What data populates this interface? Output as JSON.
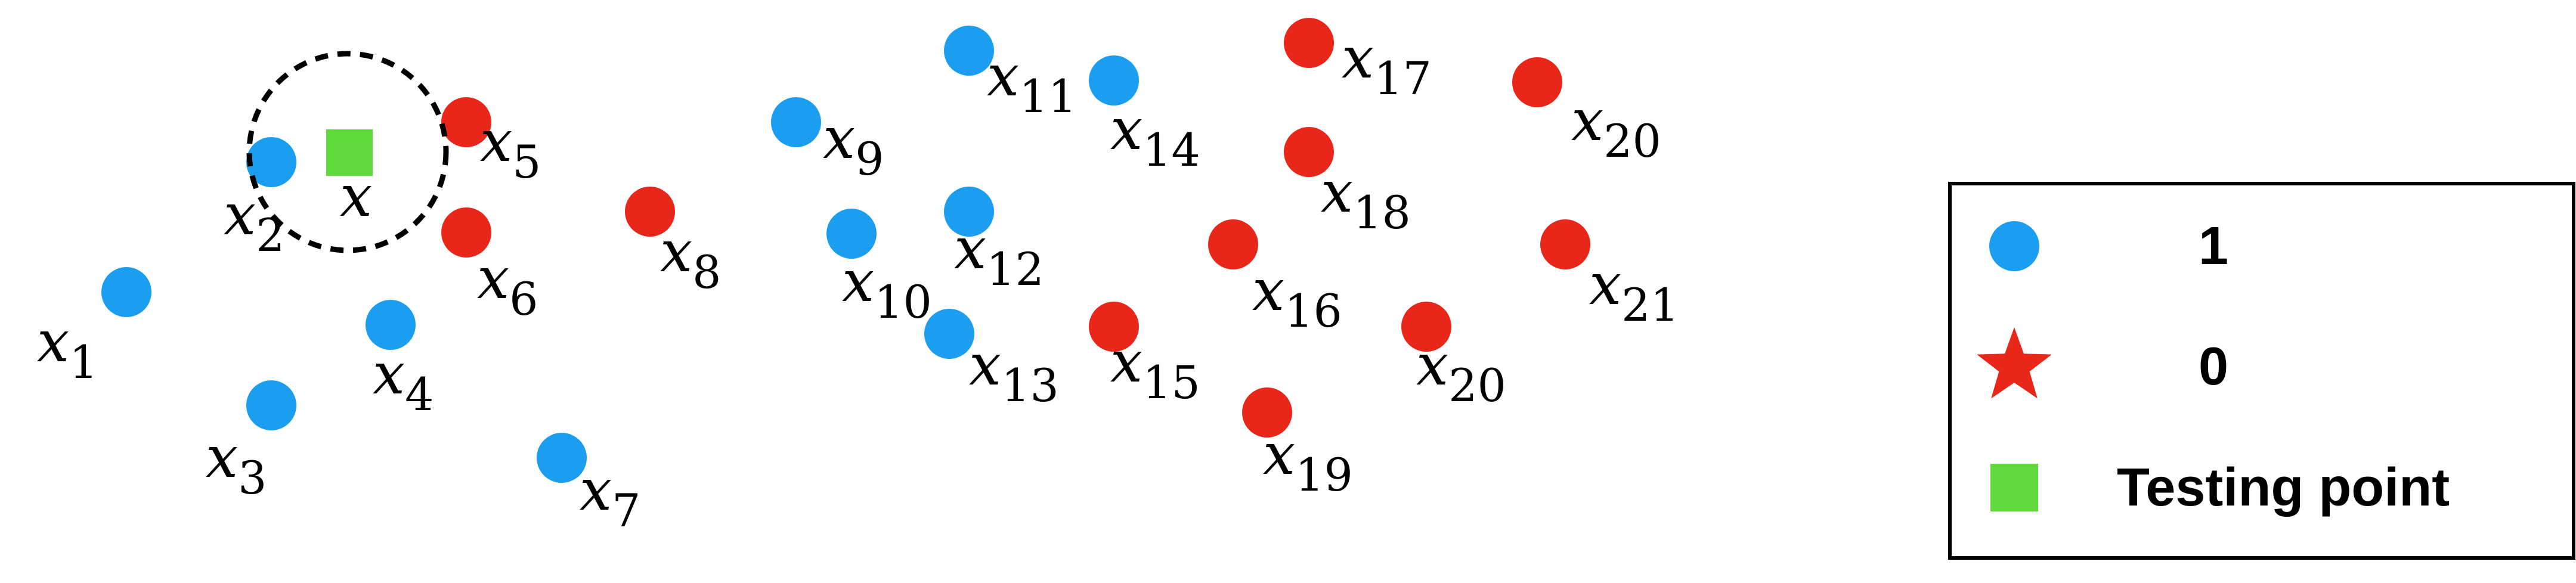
{
  "colors": {
    "class_1": "#1b9ef0",
    "class_0": "#e8271a",
    "testing": "#5fd93b"
  },
  "test_point": {
    "name": "x",
    "label": "x",
    "class": "testing"
  },
  "points": [
    {
      "name": "x1",
      "label": "x",
      "sub": "1",
      "class": "1"
    },
    {
      "name": "x2",
      "label": "x",
      "sub": "2",
      "class": "1"
    },
    {
      "name": "x3",
      "label": "x",
      "sub": "3",
      "class": "1"
    },
    {
      "name": "x4",
      "label": "x",
      "sub": "4",
      "class": "1"
    },
    {
      "name": "x5",
      "label": "x",
      "sub": "5",
      "class": "0"
    },
    {
      "name": "x6",
      "label": "x",
      "sub": "6",
      "class": "0"
    },
    {
      "name": "x7",
      "label": "x",
      "sub": "7",
      "class": "1"
    },
    {
      "name": "x8",
      "label": "x",
      "sub": "8",
      "class": "0"
    },
    {
      "name": "x9",
      "label": "x",
      "sub": "9",
      "class": "1"
    },
    {
      "name": "x10",
      "label": "x",
      "sub": "10",
      "class": "1"
    },
    {
      "name": "x11",
      "label": "x",
      "sub": "11",
      "class": "1"
    },
    {
      "name": "x12",
      "label": "x",
      "sub": "12",
      "class": "1"
    },
    {
      "name": "x13",
      "label": "x",
      "sub": "13",
      "class": "1"
    },
    {
      "name": "x14",
      "label": "x",
      "sub": "14",
      "class": "1"
    },
    {
      "name": "x15",
      "label": "x",
      "sub": "15",
      "class": "0"
    },
    {
      "name": "x16",
      "label": "x",
      "sub": "16",
      "class": "0"
    },
    {
      "name": "x17",
      "label": "x",
      "sub": "17",
      "class": "0"
    },
    {
      "name": "x18",
      "label": "x",
      "sub": "18",
      "class": "0"
    },
    {
      "name": "x19",
      "label": "x",
      "sub": "19",
      "class": "0"
    },
    {
      "name": "x20-lower",
      "label": "x",
      "sub": "20",
      "class": "0"
    },
    {
      "name": "x20-upper",
      "label": "x",
      "sub": "20",
      "class": "0"
    },
    {
      "name": "x21",
      "label": "x",
      "sub": "21",
      "class": "0"
    }
  ],
  "legend": {
    "items": [
      {
        "marker": "circle",
        "color_key": "class_1",
        "label": "1"
      },
      {
        "marker": "star",
        "color_key": "class_0",
        "label": "0"
      },
      {
        "marker": "square",
        "color_key": "testing",
        "label": "Testing point"
      }
    ]
  }
}
